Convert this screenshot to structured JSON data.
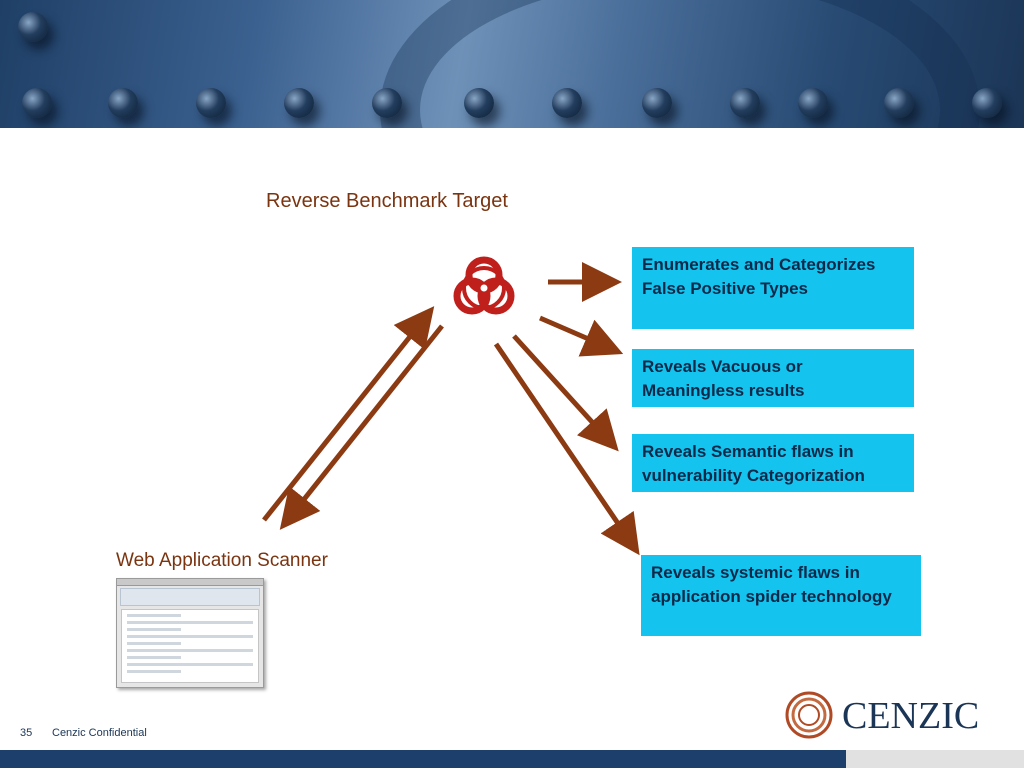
{
  "title": "Reverse Benchmark Target",
  "scanner_label": "Web Application Scanner",
  "outcomes": [
    "Enumerates and Categorizes False Positive Types",
    "Reveals Vacuous or Meaningless results",
    "Reveals Semantic flaws in vulnerability Categorization",
    "Reveals systemic flaws in application spider technology"
  ],
  "footer": {
    "page_number": "35",
    "confidential": "Cenzic Confidential"
  },
  "logo": {
    "text": "CENZIC"
  },
  "icons": {
    "target": "biohazard-icon",
    "scanner": "scanner-screenshot-thumbnail"
  },
  "colors": {
    "box_fill": "#14c4ef",
    "arrow": "#8b3a12",
    "label_text": "#7a3410",
    "biohazard": "#c0201b",
    "footer_bar": "#1d3f6b"
  }
}
